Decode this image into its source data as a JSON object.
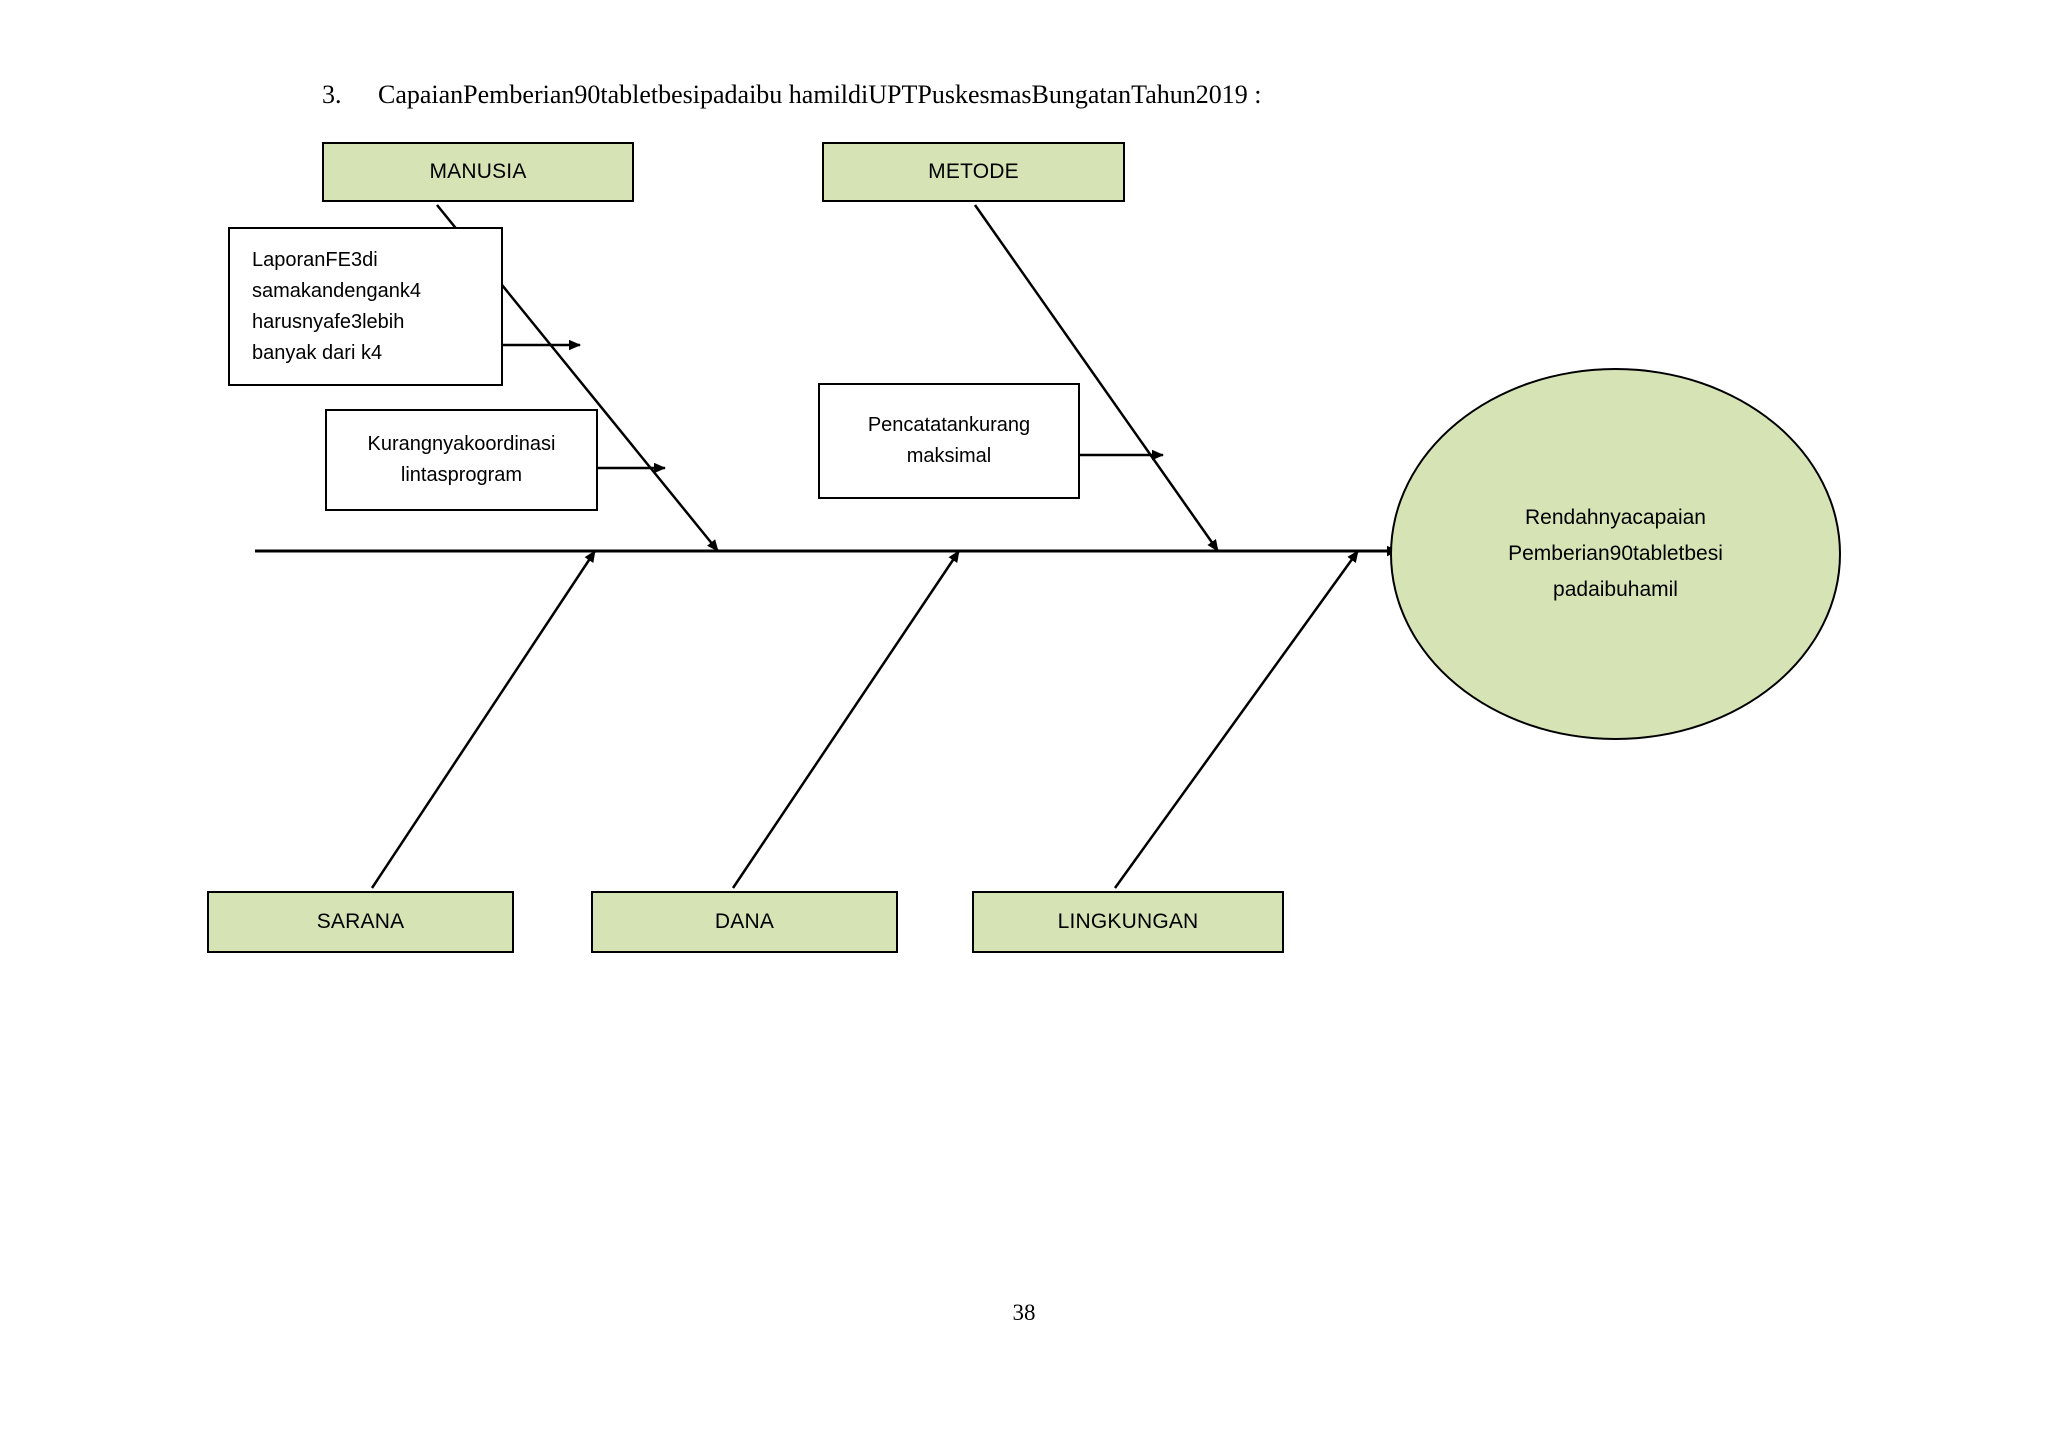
{
  "document": {
    "heading_number": "3.",
    "heading_text": "CapaianPemberian90tabletbesipadaibu hamildiUPTPuskesmasBungatanTahun2019 :",
    "page_number": "38"
  },
  "colors": {
    "category_fill": "#d6e3b5",
    "outline": "#000000",
    "cause_fill": "#ffffff",
    "page_background": "#ffffff"
  },
  "diagram": {
    "type": "fishbone",
    "effect": {
      "line1": "Rendahnyacapaian",
      "line2": "Pemberian90tabletbesi",
      "line3": "padaibuhamil"
    },
    "categories_top": [
      {
        "label": "MANUSIA"
      },
      {
        "label": "METODE"
      }
    ],
    "categories_bottom": [
      {
        "label": "SARANA"
      },
      {
        "label": "DANA"
      },
      {
        "label": "LINGKUNGAN"
      }
    ],
    "causes": {
      "laporan": {
        "line1": "LaporanFE3di",
        "line2": "samakandengank4",
        "line3": "harusnyafe3lebih",
        "line4": "banyak dari k4"
      },
      "koordinasi": {
        "line1": "Kurangnyakoordinasi",
        "line2": "lintasprogram"
      },
      "pencatatan": {
        "line1": "Pencatatankurang",
        "line2": "maksimal"
      }
    }
  }
}
